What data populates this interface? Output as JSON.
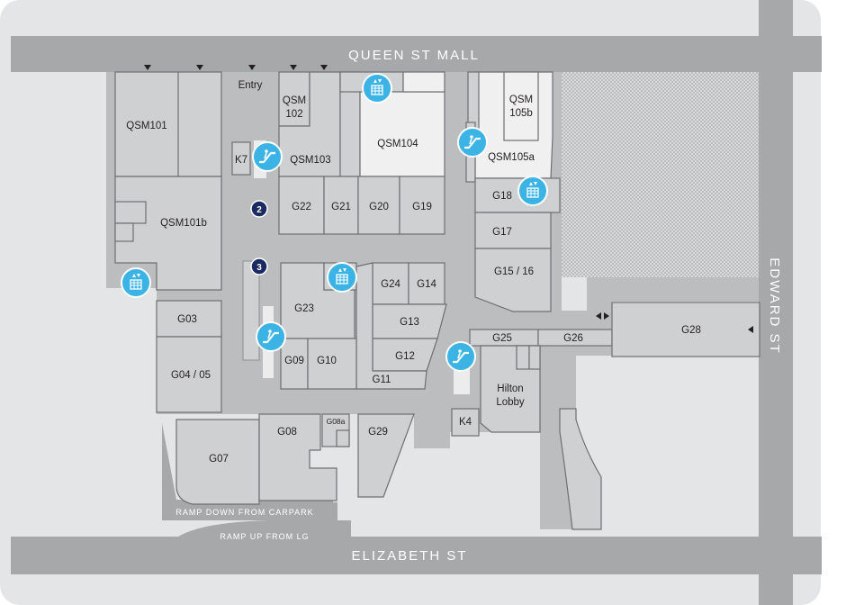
{
  "streets": {
    "queen_st_mall": "QUEEN ST MALL",
    "elizabeth_st": "ELIZABETH ST",
    "edward_st": "EDWARD ST"
  },
  "ramps": {
    "down": "RAMP DOWN FROM CARPARK",
    "up": "RAMP UP FROM LG"
  },
  "labels": {
    "entry": "Entry",
    "qsm101": "QSM101",
    "qsm101b": "QSM101b",
    "qsm102_line1": "QSM",
    "qsm102_line2": "102",
    "qsm103": "QSM103",
    "qsm104": "QSM104",
    "qsm105a": "QSM105a",
    "qsm105b_line1": "QSM",
    "qsm105b_line2": "105b",
    "k7": "K7",
    "k4": "K4",
    "g03": "G03",
    "g0405": "G04 / 05",
    "g07": "G07",
    "g08": "G08",
    "g08a": "G08a",
    "g09": "G09",
    "g10": "G10",
    "g11": "G11",
    "g12": "G12",
    "g13": "G13",
    "g14": "G14",
    "g1516": "G15 / 16",
    "g17": "G17",
    "g18": "G18",
    "g19": "G19",
    "g20": "G20",
    "g21": "G21",
    "g22": "G22",
    "g23": "G23",
    "g24": "G24",
    "g25": "G25",
    "g26": "G26",
    "g28": "G28",
    "g29": "G29",
    "hilton_line1": "Hilton",
    "hilton_line2": "Lobby"
  },
  "numbered_markers": {
    "marker_2": "2",
    "marker_3": "3"
  },
  "icons": [
    "lift-icon",
    "escalator-icon"
  ],
  "colors": {
    "street": "#a7a8aa",
    "background": "#e4e5e6",
    "unit": "#cfd0d2",
    "corridor": "#bcbdbf",
    "accent": "#3bb4e5",
    "marker": "#1b2a63"
  }
}
